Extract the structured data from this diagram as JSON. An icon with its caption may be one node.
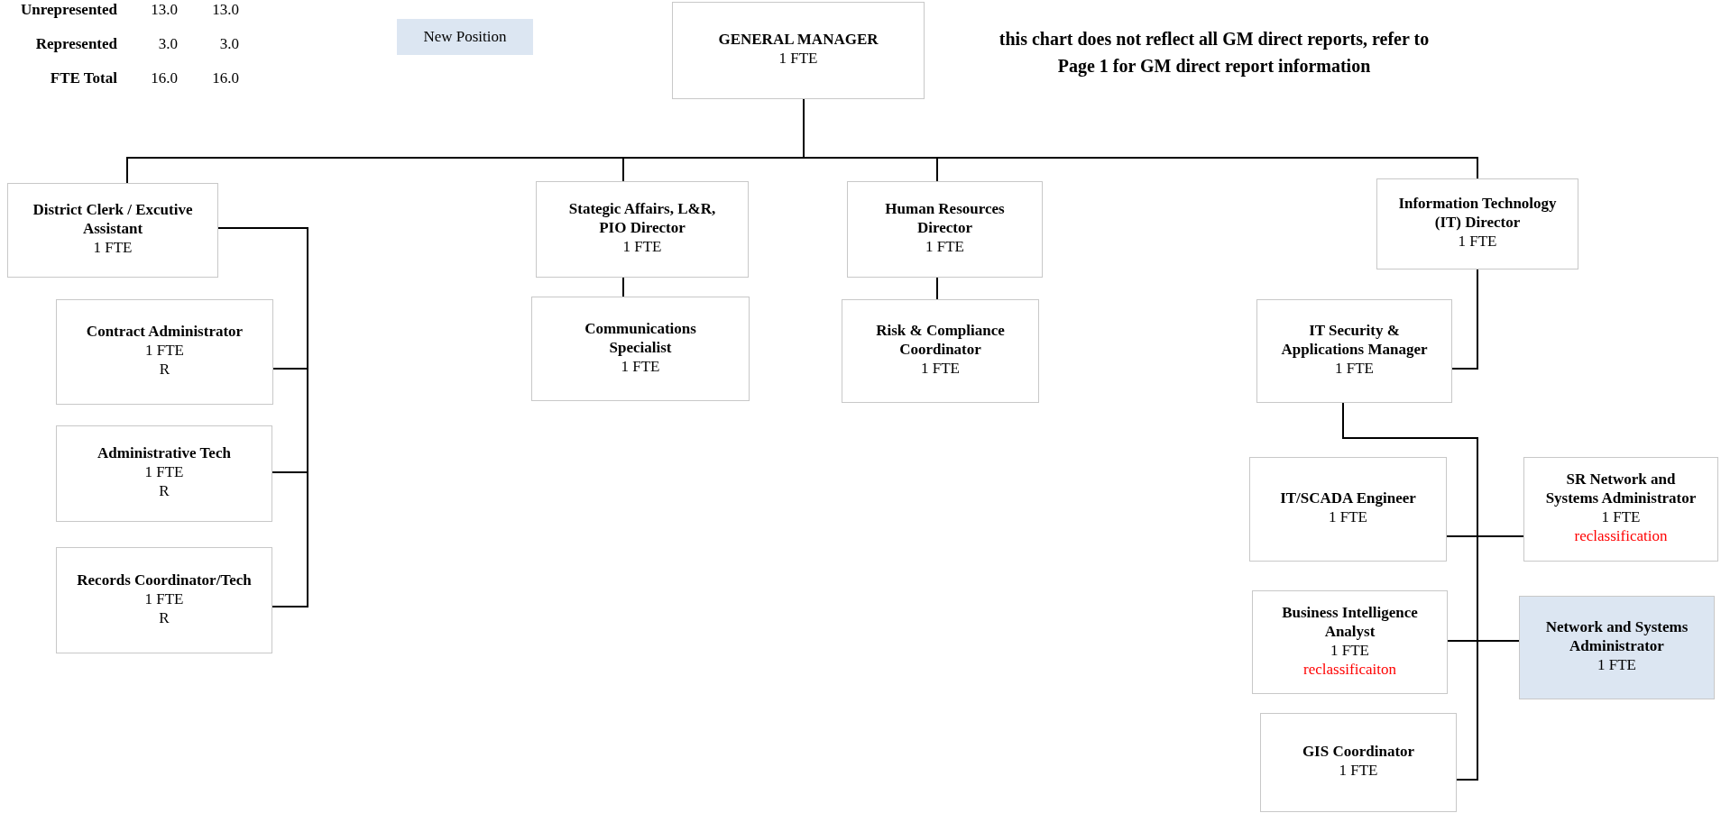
{
  "diagram": {
    "nodes": [
      {
        "text": [
          "GENERAL MANAGER",
          "1 FTE"
        ]
      },
      {
        "text": [
          "District Clerk / Excutive Assistant",
          "1 FTE"
        ]
      },
      {
        "text": [
          "Contract Administrator",
          "1 FTE",
          "R"
        ]
      },
      {
        "text": [
          "Administrative Tech",
          "1 FTE",
          "R"
        ]
      },
      {
        "text": [
          "Records Coordinator/Tech",
          "1 FTE",
          "R"
        ]
      },
      {
        "text": [
          "Stategic Affairs, L&R, PIO Director",
          "1 FTE"
        ]
      },
      {
        "text": [
          "Communications Specialist",
          "1 FTE"
        ]
      },
      {
        "text": [
          "Human Resources Director",
          "1 FTE"
        ]
      },
      {
        "text": [
          "Risk & Compliance Coordinator",
          "1 FTE"
        ]
      },
      {
        "text": [
          "Information Technology (IT) Director",
          "1 FTE"
        ]
      },
      {
        "text": [
          "IT Security & Applications Manager",
          "1 FTE"
        ]
      },
      {
        "text": [
          "IT/SCADA Engineer",
          "1 FTE"
        ]
      },
      {
        "text": [
          "SR Network and Systems Administrator",
          "1 FTE",
          "reclassification"
        ]
      },
      {
        "text": [
          "Business Intelligence Analyst",
          "1 FTE",
          "reclassificaiton"
        ]
      },
      {
        "text": [
          "Network and Systems Administrator",
          "1 FTE"
        ]
      },
      {
        "text": [
          "GIS Coordinator",
          "1 FTE"
        ]
      }
    ],
    "edges": [
      {
        "from": 0,
        "to": 1,
        "arrow": "none"
      },
      {
        "from": 0,
        "to": 5,
        "arrow": "none"
      },
      {
        "from": 0,
        "to": 7,
        "arrow": "none"
      },
      {
        "from": 0,
        "to": 9,
        "arrow": "none"
      },
      {
        "from": 1,
        "to": 2,
        "arrow": "none"
      },
      {
        "from": 1,
        "to": 3,
        "arrow": "none"
      },
      {
        "from": 1,
        "to": 4,
        "arrow": "none"
      },
      {
        "from": 5,
        "to": 6,
        "arrow": "none"
      },
      {
        "from": 7,
        "to": 8,
        "arrow": "none"
      },
      {
        "from": 9,
        "to": 10,
        "arrow": "none"
      },
      {
        "from": 10,
        "to": 11,
        "arrow": "none"
      },
      {
        "from": 10,
        "to": 12,
        "arrow": "none"
      },
      {
        "from": 10,
        "to": 13,
        "arrow": "none"
      },
      {
        "from": 10,
        "to": 14,
        "arrow": "none"
      },
      {
        "from": 10,
        "to": 15,
        "arrow": "none"
      }
    ],
    "labels": [
      "Unrepresented",
      "13.0",
      "13.0",
      "Represented",
      "3.0",
      "3.0",
      "FTE Total",
      "16.0",
      "16.0",
      "this chart does not reflect all GM direct reports, refer to Page 1 for GM direct report information"
    ],
    "legend": [
      {
        "text": "New Position",
        "color": "#dce6f2"
      }
    ]
  }
}
